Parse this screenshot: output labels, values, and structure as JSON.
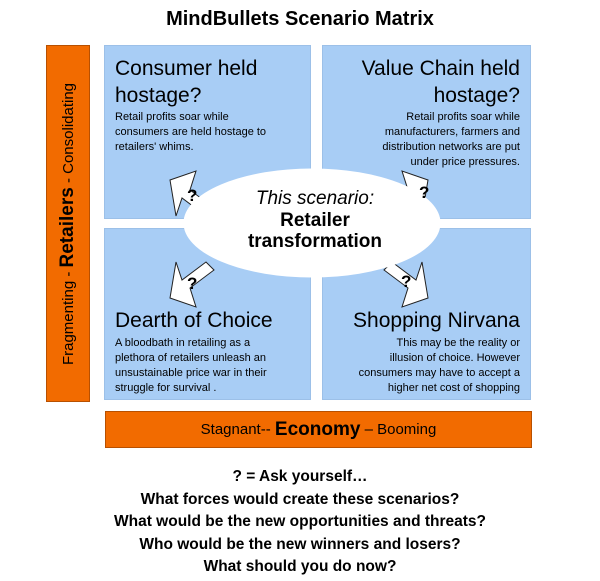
{
  "title": "MindBullets Scenario Matrix",
  "quadrants": {
    "top_left": {
      "title_lines": [
        "Consumer held",
        "hostage?"
      ],
      "desc_lines": [
        "Retail profits soar while",
        "consumers are held hostage to",
        "retailers' whims."
      ]
    },
    "top_right": {
      "title_lines": [
        "Value Chain held",
        "hostage?"
      ],
      "desc_lines": [
        "Retail profits soar while",
        "manufacturers, farmers and",
        "distribution networks are put",
        "under price pressures."
      ]
    },
    "bottom_left": {
      "title": "Dearth of Choice",
      "desc_lines": [
        "A bloodbath in retailing as a",
        "plethora of retailers unleash an",
        "unsustainable price war in  their",
        "struggle for survival ."
      ]
    },
    "bottom_right": {
      "title": "Shopping Nirvana",
      "desc_lines": [
        "This may be the reality or",
        "illusion of choice. However",
        "consumers may have to accept a",
        "higher net cost of shopping"
      ]
    }
  },
  "center": {
    "line1": "This scenario:",
    "line2": "Retailer",
    "line3": "transformation"
  },
  "question_mark": "?",
  "vertical_axis": {
    "left": "Fragmenting - ",
    "middle": "Retailers",
    "right": " - Consolidating"
  },
  "horizontal_axis": {
    "left": "Stagnant-- ",
    "middle": "Economy",
    "right": " – Booming"
  },
  "bottom_lines": [
    "? = Ask yourself…",
    "What forces would create these scenarios?",
    "What would be the new opportunities and threats?",
    "Who would be the new winners and losers?",
    "What should you do now?"
  ],
  "colors": {
    "quadrant": "#a8cdf5",
    "axis_bar": "#f26b00",
    "center_fill": "#ffffff"
  }
}
